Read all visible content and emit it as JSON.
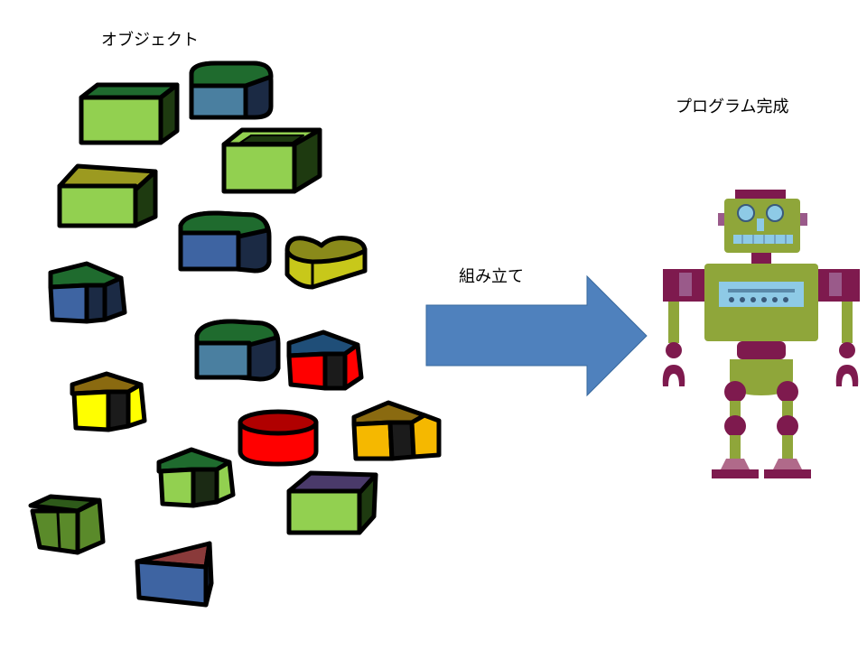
{
  "labels": {
    "objects": "オブジェクト",
    "assemble": "組み立て",
    "complete": "プログラム完成"
  },
  "colors": {
    "arrow": "#4f81bd",
    "robot_body": "#8fa63a",
    "robot_joint": "#7e1a4e",
    "robot_accent": "#8ecae6",
    "outline": "#000000"
  },
  "blocks": [
    {
      "shape": "box",
      "top": "#1f6b2e",
      "front": "#92d050"
    },
    {
      "shape": "rounded-box",
      "top": "#1f6b2e",
      "front": "#4a7fa0"
    },
    {
      "shape": "hollow-box",
      "top": "#92d050",
      "front": "#92d050"
    },
    {
      "shape": "box",
      "top": "#9c9a20",
      "front": "#92d050"
    },
    {
      "shape": "rounded-box",
      "top": "#1f6b2e",
      "front": "#3e64a2"
    },
    {
      "shape": "heart-prism",
      "top": "#8a8a1a",
      "front": "#c8c81a"
    },
    {
      "shape": "arrow-prism",
      "top": "#1f6b2e",
      "front": "#3e64a2"
    },
    {
      "shape": "rounded-box",
      "top": "#1f6b2e",
      "front": "#4a7fa0"
    },
    {
      "shape": "arrow-prism",
      "top": "#1f4e78",
      "front": "#ff0000"
    },
    {
      "shape": "arrow-prism",
      "top": "#8a6a10",
      "front": "#ffff00"
    },
    {
      "shape": "cylinder",
      "top": "#b00000",
      "front": "#ff0000"
    },
    {
      "shape": "arrow-prism",
      "top": "#8a6a10",
      "front": "#f5b800"
    },
    {
      "shape": "arrow-prism",
      "top": "#1f6b2e",
      "front": "#92d050"
    },
    {
      "shape": "box",
      "top": "#4a3a6a",
      "front": "#92d050"
    },
    {
      "shape": "puzzle-box",
      "top": "#2e5a1a",
      "front": "#5a8a2a"
    },
    {
      "shape": "triangle-prism",
      "top": "#8a3a3a",
      "front": "#3e64a2"
    }
  ]
}
